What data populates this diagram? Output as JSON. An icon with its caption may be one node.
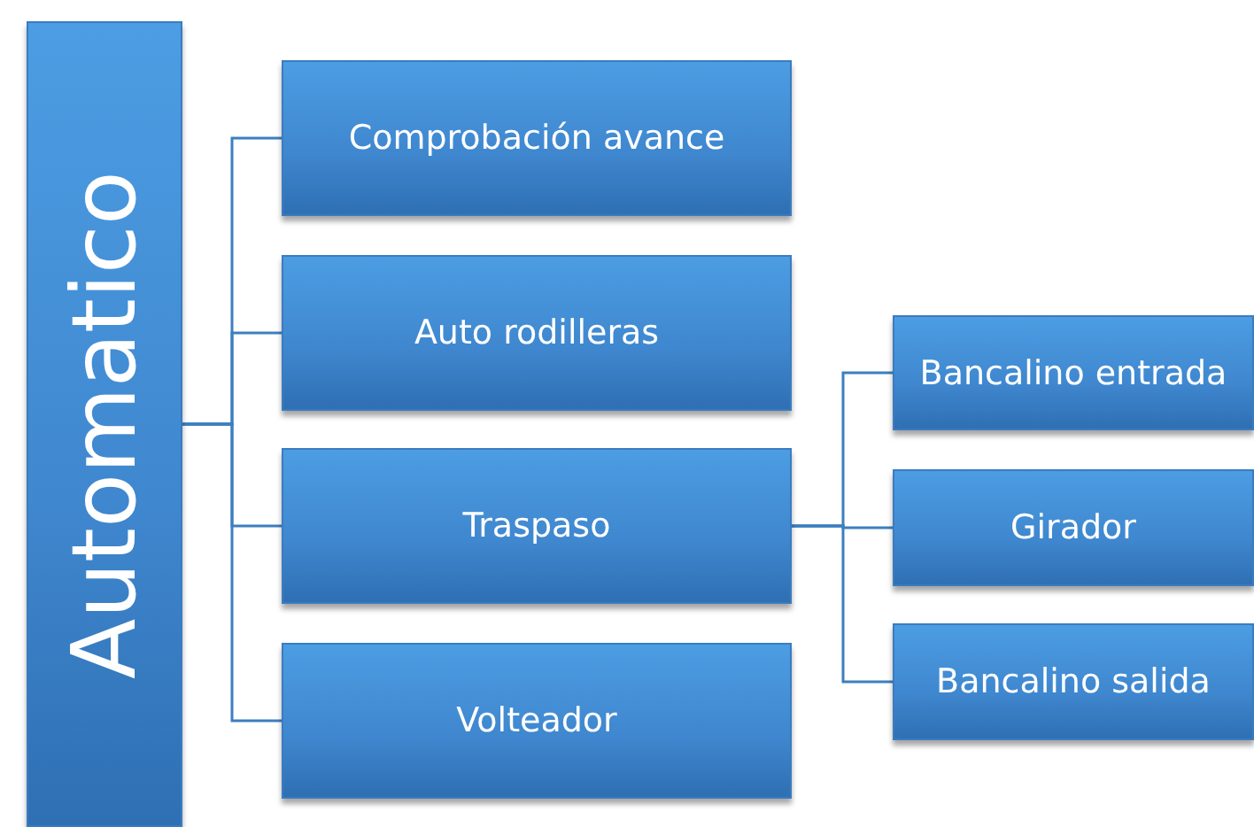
{
  "diagram": {
    "nodes": [
      {
        "text": [
          "Automatico"
        ]
      },
      {
        "text": [
          "Comprobación avance"
        ]
      },
      {
        "text": [
          "Auto rodilleras"
        ]
      },
      {
        "text": [
          "Traspaso"
        ]
      },
      {
        "text": [
          "Volteador"
        ]
      },
      {
        "text": [
          "Bancalino entrada"
        ]
      },
      {
        "text": [
          "Girador"
        ]
      },
      {
        "text": [
          "Bancalino salida"
        ]
      }
    ],
    "edges": [
      {
        "from": 0,
        "to": 1,
        "arrow": "none"
      },
      {
        "from": 0,
        "to": 2,
        "arrow": "none"
      },
      {
        "from": 0,
        "to": 3,
        "arrow": "none"
      },
      {
        "from": 0,
        "to": 4,
        "arrow": "none"
      },
      {
        "from": 3,
        "to": 5,
        "arrow": "none"
      },
      {
        "from": 3,
        "to": 6,
        "arrow": "none"
      },
      {
        "from": 3,
        "to": 7,
        "arrow": "none"
      }
    ]
  }
}
